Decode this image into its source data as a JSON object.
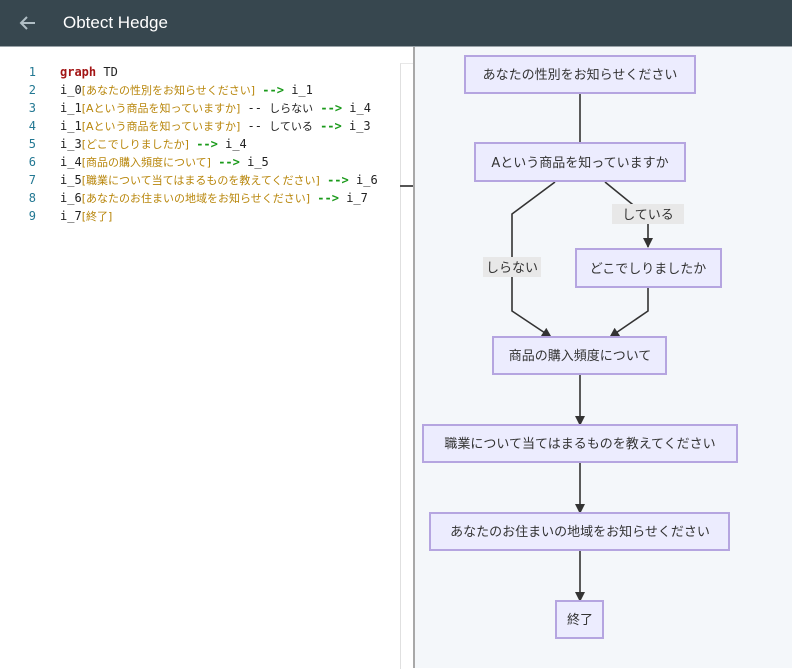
{
  "header": {
    "back_icon": "arrow-left-icon",
    "title": "Obtect Hedge"
  },
  "editor": {
    "lines": [
      {
        "num": "1",
        "parts": [
          {
            "t": "kw",
            "v": "graph"
          },
          {
            "t": "plain",
            "v": " TD"
          }
        ]
      },
      {
        "num": "2",
        "parts": [
          {
            "t": "plain",
            "v": "i_0"
          },
          {
            "t": "str",
            "v": "[あなたの性別をお知らせください]"
          },
          {
            "t": "plain",
            "v": " "
          },
          {
            "t": "arr",
            "v": "-->"
          },
          {
            "t": "plain",
            "v": " i_1"
          }
        ]
      },
      {
        "num": "3",
        "parts": [
          {
            "t": "plain",
            "v": "i_1"
          },
          {
            "t": "str",
            "v": "[Aという商品を知っていますか]"
          },
          {
            "t": "plain",
            "v": " -- "
          },
          {
            "t": "lbl",
            "v": "しらない"
          },
          {
            "t": "plain",
            "v": " "
          },
          {
            "t": "arr",
            "v": "-->"
          },
          {
            "t": "plain",
            "v": " i_4"
          }
        ]
      },
      {
        "num": "4",
        "parts": [
          {
            "t": "plain",
            "v": "i_1"
          },
          {
            "t": "str",
            "v": "[Aという商品を知っていますか]"
          },
          {
            "t": "plain",
            "v": " -- "
          },
          {
            "t": "lbl",
            "v": "している"
          },
          {
            "t": "plain",
            "v": " "
          },
          {
            "t": "arr",
            "v": "-->"
          },
          {
            "t": "plain",
            "v": " i_3"
          }
        ]
      },
      {
        "num": "5",
        "parts": [
          {
            "t": "plain",
            "v": "i_3"
          },
          {
            "t": "str",
            "v": "[どこでしりましたか]"
          },
          {
            "t": "plain",
            "v": " "
          },
          {
            "t": "arr",
            "v": "-->"
          },
          {
            "t": "plain",
            "v": " i_4"
          }
        ]
      },
      {
        "num": "6",
        "parts": [
          {
            "t": "plain",
            "v": "i_4"
          },
          {
            "t": "str",
            "v": "[商品の購入頻度について]"
          },
          {
            "t": "plain",
            "v": " "
          },
          {
            "t": "arr",
            "v": "-->"
          },
          {
            "t": "plain",
            "v": " i_5"
          }
        ]
      },
      {
        "num": "7",
        "parts": [
          {
            "t": "plain",
            "v": "i_5"
          },
          {
            "t": "str",
            "v": "[職業について当てはまるものを教えてください]"
          },
          {
            "t": "plain",
            "v": " "
          },
          {
            "t": "arr",
            "v": "-->"
          },
          {
            "t": "plain",
            "v": " i_6"
          }
        ]
      },
      {
        "num": "8",
        "parts": [
          {
            "t": "plain",
            "v": "i_6"
          },
          {
            "t": "str",
            "v": "[あなたのお住まいの地域をお知らせください]"
          },
          {
            "t": "plain",
            "v": " "
          },
          {
            "t": "arr",
            "v": "-->"
          },
          {
            "t": "plain",
            "v": " i_7"
          }
        ]
      },
      {
        "num": "9",
        "parts": [
          {
            "t": "plain",
            "v": "i_7"
          },
          {
            "t": "str",
            "v": "[終了]"
          }
        ]
      }
    ]
  },
  "diagram": {
    "nodes": [
      {
        "id": "i_0",
        "label": "あなたの性別をお知らせください"
      },
      {
        "id": "i_1",
        "label": "Aという商品を知っていますか"
      },
      {
        "id": "i_3",
        "label": "どこでしりましたか"
      },
      {
        "id": "i_4",
        "label": "商品の購入頻度について"
      },
      {
        "id": "i_5",
        "label": "職業について当てはまるものを教えてください"
      },
      {
        "id": "i_6",
        "label": "あなたのお住まいの地域をお知らせください"
      },
      {
        "id": "i_7",
        "label": "終了"
      }
    ],
    "edges": [
      {
        "from": "i_0",
        "to": "i_1",
        "label": ""
      },
      {
        "from": "i_1",
        "to": "i_4",
        "label": "しらない"
      },
      {
        "from": "i_1",
        "to": "i_3",
        "label": "している"
      },
      {
        "from": "i_3",
        "to": "i_4",
        "label": ""
      },
      {
        "from": "i_4",
        "to": "i_5",
        "label": ""
      },
      {
        "from": "i_5",
        "to": "i_6",
        "label": ""
      },
      {
        "from": "i_6",
        "to": "i_7",
        "label": ""
      }
    ]
  }
}
